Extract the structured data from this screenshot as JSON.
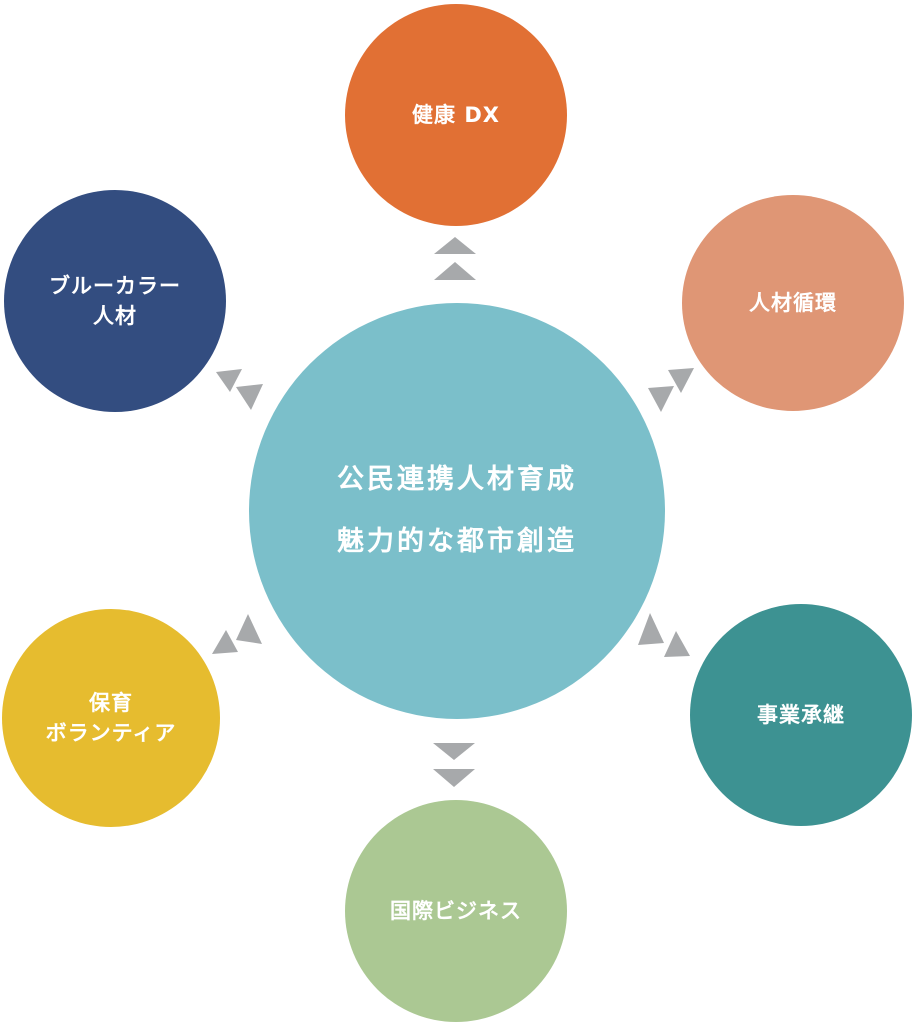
{
  "center": {
    "line1": "公民連携人材育成",
    "line2": "魅力的な都市創造",
    "color": "#7bbfca"
  },
  "nodes": {
    "top": {
      "label": "健康 DX",
      "color": "#e17034"
    },
    "top_right": {
      "label": "人材循環",
      "color": "#df9675"
    },
    "bottom_right": {
      "label": "事業承継",
      "color": "#3d9292"
    },
    "bottom": {
      "label": "国際ビジネス",
      "color": "#abc893"
    },
    "bottom_left": {
      "line1": "保育",
      "line2": "ボランティア",
      "color": "#e6bc2f"
    },
    "top_left": {
      "line1": "ブルーカラー",
      "line2": "人材",
      "color": "#334d80"
    }
  },
  "arrow_color": "#a7a9ab"
}
